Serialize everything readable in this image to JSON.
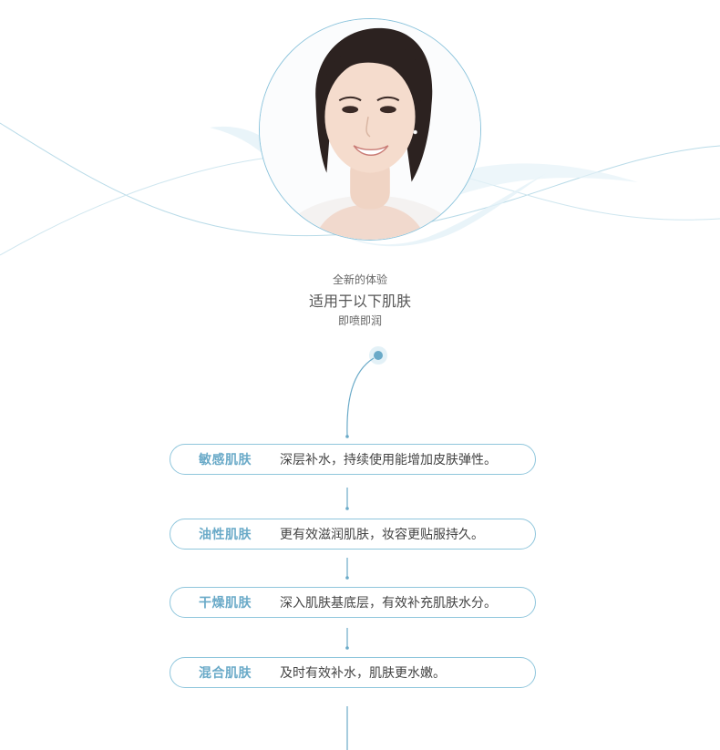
{
  "hero": {
    "subtitle_top": "全新的体验",
    "title": "适用于以下肌肤",
    "subtitle_bottom": "即喷即润"
  },
  "skin_types": [
    {
      "label": "敏感肌肤",
      "desc": "深层补水，持续使用能增加皮肤弹性。"
    },
    {
      "label": "油性肌肤",
      "desc": "更有效滋润肌肤，妆容更贴服持久。"
    },
    {
      "label": "干燥肌肤",
      "desc": "深入肌肤基底层，有效补充肌肤水分。"
    },
    {
      "label": "混合肌肤",
      "desc": "及时有效补水，肌肤更水嫩。"
    }
  ],
  "colors": {
    "accent": "#6aaac8",
    "line": "#8fc6dc",
    "wave": "#c9e3ee"
  }
}
